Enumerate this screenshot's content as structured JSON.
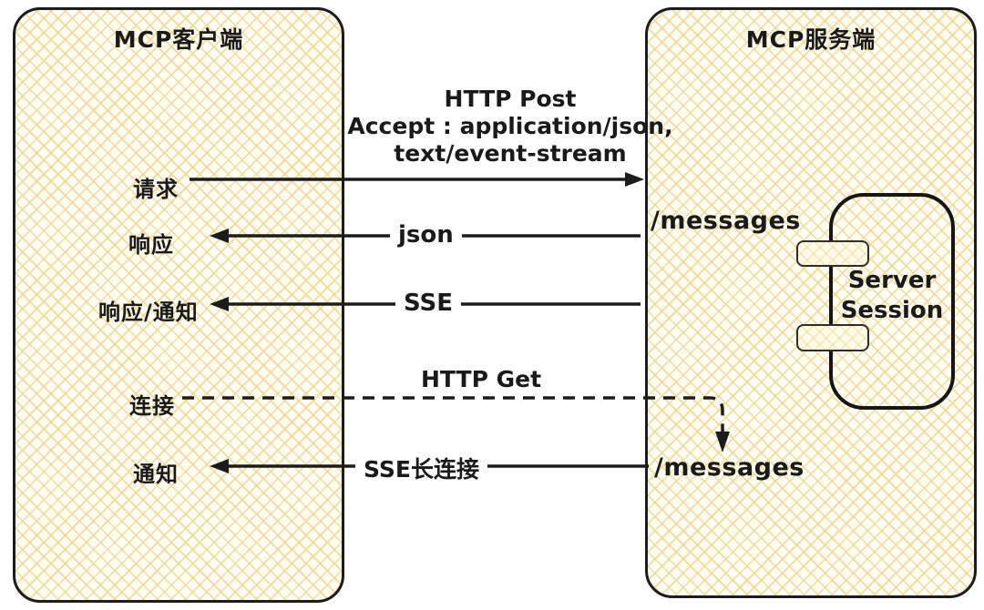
{
  "diagram_type": "sequence-diagram",
  "client_box": {
    "title": "MCP客户端"
  },
  "server_box": {
    "title": "MCP服务端"
  },
  "server_session": {
    "line1": "Server",
    "line2": "Session"
  },
  "endpoints": {
    "messages_top": "/messages",
    "messages_bottom": "/messages"
  },
  "flows": [
    {
      "label": "请求",
      "annotation_lines": [
        "HTTP Post",
        "Accept : application/json,",
        "text/event-stream"
      ],
      "direction": "client-to-server",
      "line_style": "solid"
    },
    {
      "label": "响应",
      "annotation": "json",
      "direction": "server-to-client",
      "line_style": "solid"
    },
    {
      "label": "响应/通知",
      "annotation": "SSE",
      "direction": "server-to-client",
      "line_style": "solid"
    },
    {
      "label": "连接",
      "annotation": "HTTP Get",
      "direction": "client-to-server",
      "line_style": "dashed"
    },
    {
      "label": "通知",
      "annotation": "SSE长连接",
      "direction": "server-to-client",
      "line_style": "solid"
    }
  ],
  "colors": {
    "box_fill": "#FFFDF4",
    "hatch": "#F2D684",
    "stroke": "#1C1C1C",
    "background": "#FFFFFF"
  }
}
